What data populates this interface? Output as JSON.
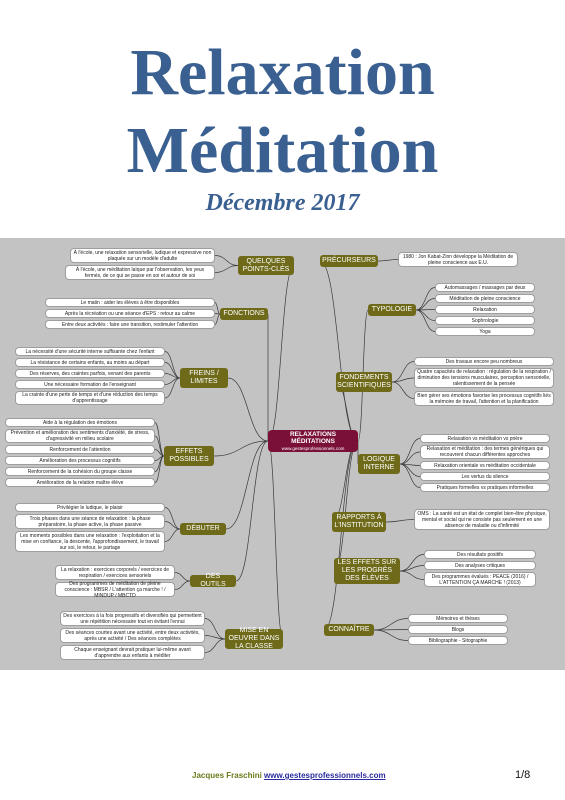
{
  "title_line1": "Relaxation",
  "title_line2": "Méditation",
  "date": "Décembre 2017",
  "center": {
    "title": "RELAXATIONS MÉDITATIONS",
    "url": "www.gestesprofessionnels.com"
  },
  "branches": [
    {
      "id": "b0",
      "label": "QUELQUES POINTS-CLÉS",
      "leaves": [
        "À l'école, une relaxation sensorielle, ludique et expressive non plaquée sur un modèle d'adulte",
        "À l'école, une méditation laïque par l'observation, les yeux fermés, de ce qui se passe en soi et autour de soi"
      ]
    },
    {
      "id": "b1",
      "label": "FONCTIONS",
      "leaves": [
        "Le matin : aider les élèves à être disponibles",
        "Après la récréation ou une séance d'EPS : retour au calme",
        "Entre deux activités : faire une transition, restimuler l'attention"
      ]
    },
    {
      "id": "b2",
      "label": "FREINS / LIMITES",
      "leaves": [
        "La nécessité d'une sécurité interne suffisante chez l'enfant",
        "La résistance de certains enfants, au moins au départ",
        "Des réserves, des craintes parfois, venant des parents",
        "Une nécessaire formation de l'enseignant",
        "La crainte d'une perte de temps et d'une réduction des temps d'apprentissage"
      ]
    },
    {
      "id": "b3",
      "label": "EFFETS POSSIBLES",
      "leaves": [
        "Aide à la régulation des émotions",
        "Prévention et amélioration des sentiments d'anxiété, de stress, d'agressivité en milieu scolaire",
        "Renforcement de l'attention",
        "Amélioration des processus cognitifs",
        "Renforcement de la cohésion du groupe classe",
        "Amélioration de la relation maître élève"
      ]
    },
    {
      "id": "b4",
      "label": "DÉBUTER",
      "leaves": [
        "Privilégier le ludique, le plaisir",
        "Trois phases dans une séance de relaxation : la phase préparatoire, la phase active, la phase passive",
        "Les moments possibles dans une relaxation : l'exploitation et la mise en confiance, la descente, l'approfondissement, le travail sur soi, le retour, le partage"
      ]
    },
    {
      "id": "b5",
      "label": "DES OUTILS",
      "leaves": [
        "La relaxation : exercices corporels / exercices de respiration / exercices sensoriels",
        "Des programmes de méditation de pleine conscience : MBSR / L'attention ça marche ! / MINDUP / MBCTD"
      ]
    },
    {
      "id": "b6",
      "label": "MISE EN OEUVRE DANS LA CLASSE",
      "leaves": [
        "Des exercices à la fois progressifs et diversifiés qui permettent une répétition nécessaire tout en évitant l'ennui",
        "Des séances courtes avant une activité, entre deux activités, après une activité / Des séances complètes",
        "Chaque enseignant devrait pratiquer lui-même avant d'apprendre aux enfants à méditer"
      ]
    },
    {
      "id": "b7",
      "label": "PRÉCURSEURS",
      "leaves": [
        "1980 : Jon Kabat-Zinn développe la Méditation de pleine conscience aux E.U."
      ]
    },
    {
      "id": "b8",
      "label": "TYPOLOGIE",
      "leaves": [
        "Automassages / massages par deux",
        "Méditation de pleine conscience",
        "Relaxation",
        "Sophrologie",
        "Yoga"
      ]
    },
    {
      "id": "b9",
      "label": "FONDEMENTS SCIENTIFIQUES",
      "leaves": [
        "Des travaux encore peu nombreux",
        "Quatre capacités de relaxation : régulation de la respiration / diminution des tensions musculaires, perception sensorielle, ralentissement de la pensée",
        "Bien gérer ses émotions favorise les processus cognitifs liés la mémoire de travail, l'attention et la planification"
      ]
    },
    {
      "id": "b10",
      "label": "LOGIQUE INTERNE",
      "leaves": [
        "Relaxation vs méditation vs prière",
        "Relaxation et méditation : des termes génériques qui recouvrent chacun différentes approches",
        "Relaxation orientale vs méditation occidentale",
        "Les vertus du silence",
        "Pratiques formelles vs pratiques informelles"
      ]
    },
    {
      "id": "b11",
      "label": "RAPPORTS À L'INSTITUTION",
      "leaves": [
        "OMS : La santé est un état de complet bien-être physique, mental et social qui ne consiste pas seulement en une absence de maladie ou d'infirmité"
      ]
    },
    {
      "id": "b12",
      "label": "LES EFFETS SUR LES PROGRÈS DES ÉLÈVES",
      "leaves": [
        "Des résultats positifs",
        "Des analyses critiques",
        "Des programmes évalués : PEACE (2016) / L'ATTENTION ÇA MARCHE ! (2013)"
      ]
    },
    {
      "id": "b13",
      "label": "CONNAÎTRE",
      "leaves": [
        "Mémoires et thèses",
        "Blogs",
        "Bibliographie - Sitographie"
      ]
    }
  ],
  "footer": {
    "author": "Jacques Fraschini",
    "site": "www.gestesprofessionnels.com",
    "page": "1/8"
  },
  "colors": {
    "title": "#3a5f91",
    "branch": "#6e6a1a",
    "center": "#7a1038",
    "map_bg": "#c3c3c3",
    "footer_author": "#6a7a1a",
    "footer_link": "#2a2aa0"
  }
}
